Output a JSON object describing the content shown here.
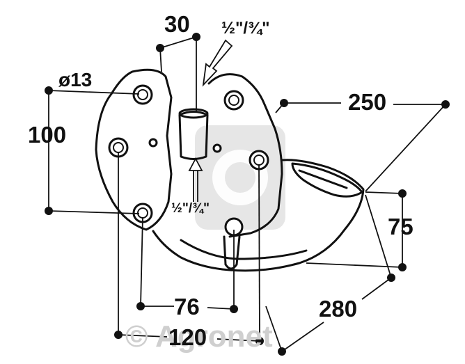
{
  "title": "",
  "dimensions": {
    "top_width": "30",
    "pipe_thread_top": "½\"/¾\"",
    "hole_diameter": "ø13",
    "height_left": "100",
    "bowl_width": "250",
    "pipe_thread_inner": "½\"/¾\"",
    "bowl_height": "75",
    "bottom_spacing_short": "76",
    "bowl_depth": "280",
    "bottom_spacing_long": "120"
  },
  "watermark": {
    "text": "© Agronet"
  },
  "colors": {
    "line": "#111111",
    "watermark": "#cfcfcf",
    "background": "#ffffff"
  }
}
